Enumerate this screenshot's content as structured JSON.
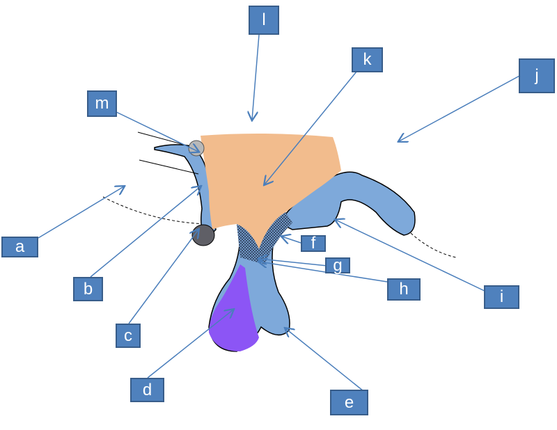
{
  "labels": {
    "a": "a",
    "b": "b",
    "c": "c",
    "d": "d",
    "e": "e",
    "f": "f",
    "g": "g",
    "h": "h",
    "i": "i",
    "j": "j",
    "k": "k",
    "l": "l",
    "m": "m"
  },
  "colors": {
    "label_fill": "#4F81BD",
    "label_border": "#385D8A",
    "orange": "#F2BC8D",
    "blue": "#7EA9DA",
    "purple": "#8C55F5",
    "dark": "#5F5F66",
    "arrow": "#4A7EBB"
  }
}
